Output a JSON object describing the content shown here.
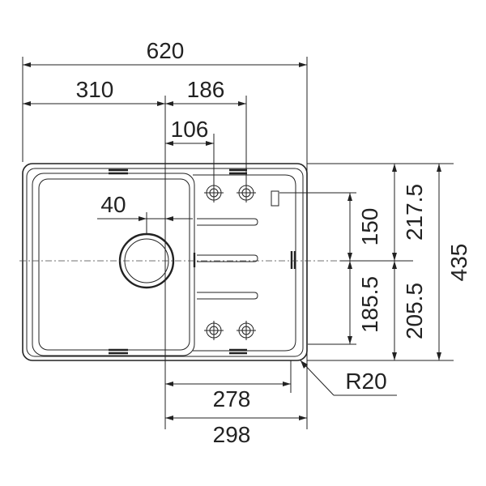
{
  "dimensions": {
    "overall_width": "620",
    "half_width": "310",
    "offset_right": "186",
    "tap_offset": "106",
    "bowl_drain_offset": "40",
    "top_to_center": "150",
    "top_to_axis": "217.5",
    "overall_depth": "435",
    "center_to_bottom": "185.5",
    "axis_to_bottom": "205.5",
    "cutout_width_inner": "278",
    "cutout_width": "298",
    "corner_radius": "R20"
  }
}
